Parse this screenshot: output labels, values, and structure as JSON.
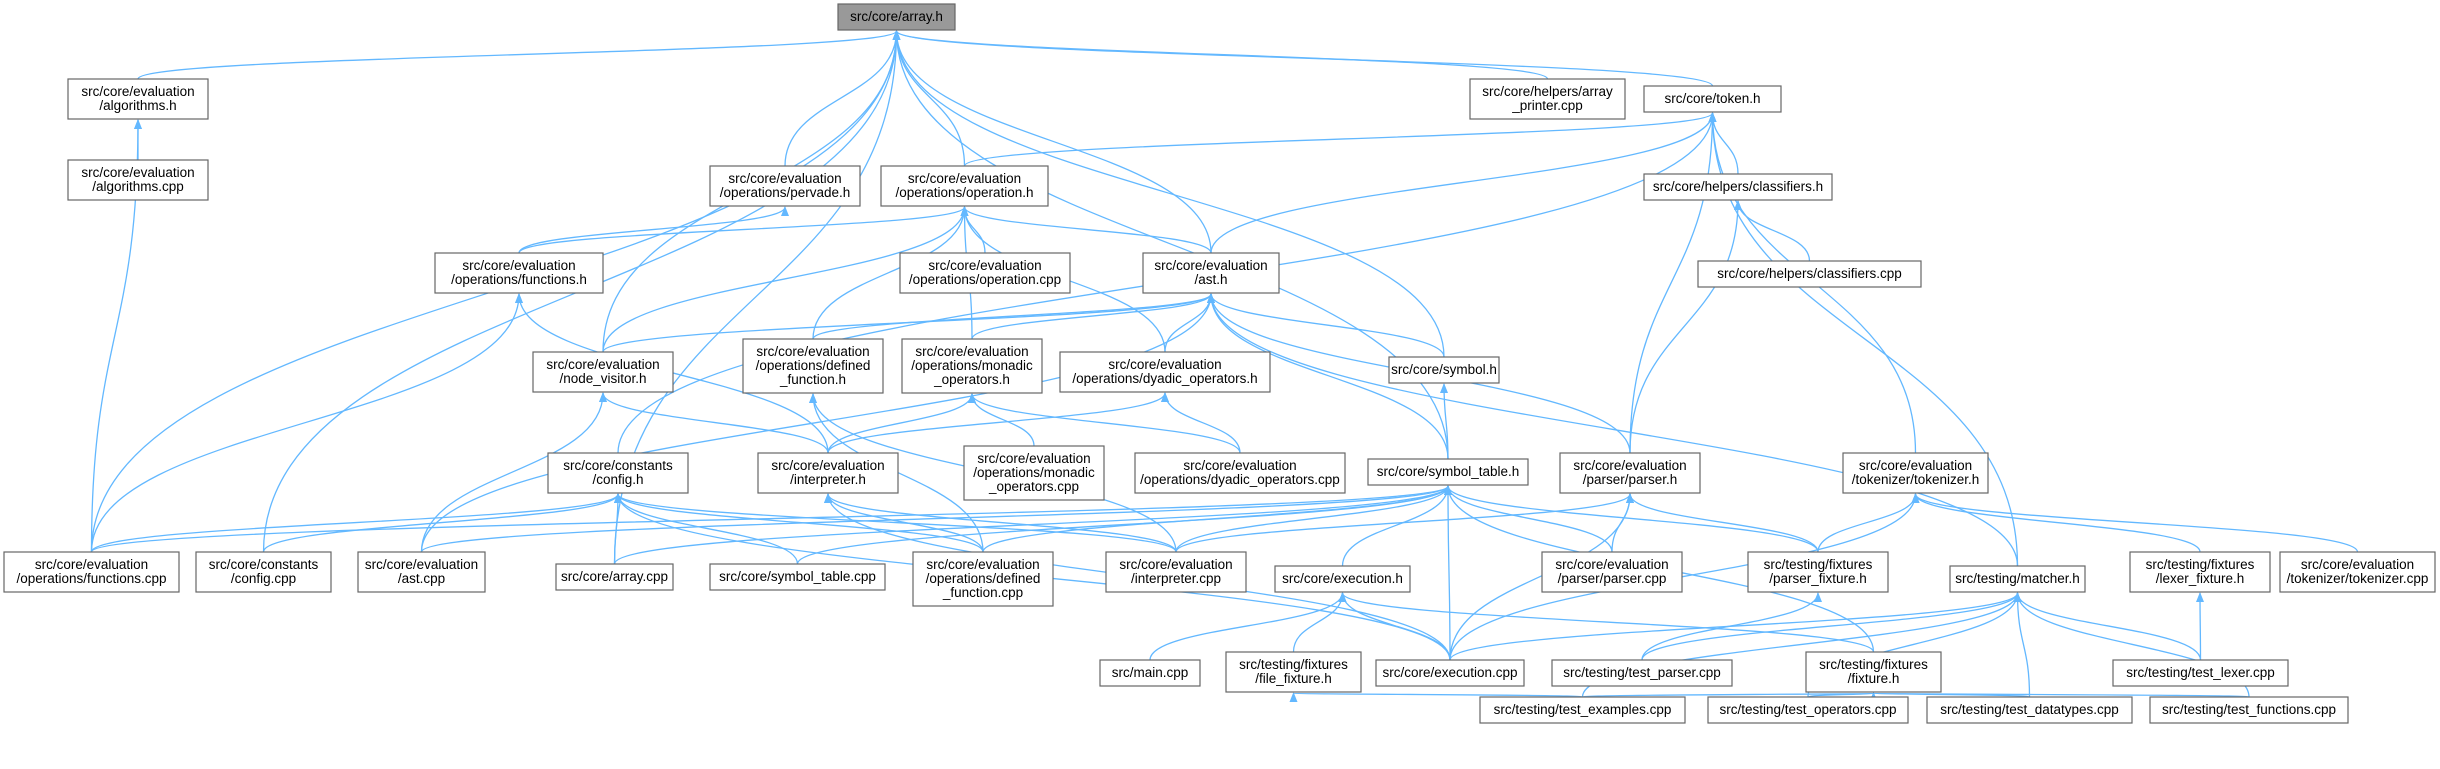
{
  "graph": {
    "nodes": [
      {
        "id": "array_h",
        "lines": [
          "src/core/array.h"
        ]
      },
      {
        "id": "algorithms_h",
        "lines": [
          "src/core/evaluation",
          "/algorithms.h"
        ]
      },
      {
        "id": "algorithms_cpp",
        "lines": [
          "src/core/evaluation",
          "/algorithms.cpp"
        ]
      },
      {
        "id": "array_printer_cpp",
        "lines": [
          "src/core/helpers/array",
          "_printer.cpp"
        ]
      },
      {
        "id": "token_h",
        "lines": [
          "src/core/token.h"
        ]
      },
      {
        "id": "pervade_h",
        "lines": [
          "src/core/evaluation",
          "/operations/pervade.h"
        ]
      },
      {
        "id": "operation_h",
        "lines": [
          "src/core/evaluation",
          "/operations/operation.h"
        ]
      },
      {
        "id": "classifiers_h",
        "lines": [
          "src/core/helpers/classifiers.h"
        ]
      },
      {
        "id": "classifiers_cpp",
        "lines": [
          "src/core/helpers/classifiers.cpp"
        ]
      },
      {
        "id": "functions_h",
        "lines": [
          "src/core/evaluation",
          "/operations/functions.h"
        ]
      },
      {
        "id": "operation_cpp",
        "lines": [
          "src/core/evaluation",
          "/operations/operation.cpp"
        ]
      },
      {
        "id": "ast_h",
        "lines": [
          "src/core/evaluation",
          "/ast.h"
        ]
      },
      {
        "id": "node_visitor_h",
        "lines": [
          "src/core/evaluation",
          "/node_visitor.h"
        ]
      },
      {
        "id": "defined_function_h",
        "lines": [
          "src/core/evaluation",
          "/operations/defined",
          "_function.h"
        ]
      },
      {
        "id": "monadic_h",
        "lines": [
          "src/core/evaluation",
          "/operations/monadic",
          "_operators.h"
        ]
      },
      {
        "id": "dyadic_h",
        "lines": [
          "src/core/evaluation",
          "/operations/dyadic_operators.h"
        ]
      },
      {
        "id": "symbol_h",
        "lines": [
          "src/core/symbol.h"
        ]
      },
      {
        "id": "config_h",
        "lines": [
          "src/core/constants",
          "/config.h"
        ]
      },
      {
        "id": "interpreter_h",
        "lines": [
          "src/core/evaluation",
          "/interpreter.h"
        ]
      },
      {
        "id": "monadic_cpp",
        "lines": [
          "src/core/evaluation",
          "/operations/monadic",
          "_operators.cpp"
        ]
      },
      {
        "id": "dyadic_cpp",
        "lines": [
          "src/core/evaluation",
          "/operations/dyadic_operators.cpp"
        ]
      },
      {
        "id": "symbol_table_h",
        "lines": [
          "src/core/symbol_table.h"
        ]
      },
      {
        "id": "parser_h",
        "lines": [
          "src/core/evaluation",
          "/parser/parser.h"
        ]
      },
      {
        "id": "tokenizer_h",
        "lines": [
          "src/core/evaluation",
          "/tokenizer/tokenizer.h"
        ]
      },
      {
        "id": "functions_cpp",
        "lines": [
          "src/core/evaluation",
          "/operations/functions.cpp"
        ]
      },
      {
        "id": "config_cpp",
        "lines": [
          "src/core/constants",
          "/config.cpp"
        ]
      },
      {
        "id": "ast_cpp",
        "lines": [
          "src/core/evaluation",
          "/ast.cpp"
        ]
      },
      {
        "id": "array_cpp",
        "lines": [
          "src/core/array.cpp"
        ]
      },
      {
        "id": "symbol_table_cpp",
        "lines": [
          "src/core/symbol_table.cpp"
        ]
      },
      {
        "id": "defined_function_cpp",
        "lines": [
          "src/core/evaluation",
          "/operations/defined",
          "_function.cpp"
        ]
      },
      {
        "id": "interpreter_cpp",
        "lines": [
          "src/core/evaluation",
          "/interpreter.cpp"
        ]
      },
      {
        "id": "execution_h",
        "lines": [
          "src/core/execution.h"
        ]
      },
      {
        "id": "parser_cpp",
        "lines": [
          "src/core/evaluation",
          "/parser/parser.cpp"
        ]
      },
      {
        "id": "parser_fixture_h",
        "lines": [
          "src/testing/fixtures",
          "/parser_fixture.h"
        ]
      },
      {
        "id": "matcher_h",
        "lines": [
          "src/testing/matcher.h"
        ]
      },
      {
        "id": "lexer_fixture_h",
        "lines": [
          "src/testing/fixtures",
          "/lexer_fixture.h"
        ]
      },
      {
        "id": "tokenizer_cpp",
        "lines": [
          "src/core/evaluation",
          "/tokenizer/tokenizer.cpp"
        ]
      },
      {
        "id": "main_cpp",
        "lines": [
          "src/main.cpp"
        ]
      },
      {
        "id": "file_fixture_h",
        "lines": [
          "src/testing/fixtures",
          "/file_fixture.h"
        ]
      },
      {
        "id": "execution_cpp",
        "lines": [
          "src/core/execution.cpp"
        ]
      },
      {
        "id": "test_parser_cpp",
        "lines": [
          "src/testing/test_parser.cpp"
        ]
      },
      {
        "id": "fixture_h",
        "lines": [
          "src/testing/fixtures",
          "/fixture.h"
        ]
      },
      {
        "id": "test_lexer_cpp",
        "lines": [
          "src/testing/test_lexer.cpp"
        ]
      },
      {
        "id": "test_examples_cpp",
        "lines": [
          "src/testing/test_examples.cpp"
        ]
      },
      {
        "id": "test_operators_cpp",
        "lines": [
          "src/testing/test_operators.cpp"
        ]
      },
      {
        "id": "test_datatypes_cpp",
        "lines": [
          "src/testing/test_datatypes.cpp"
        ]
      },
      {
        "id": "test_functions_cpp",
        "lines": [
          "src/testing/test_functions.cpp"
        ]
      }
    ],
    "edges": [
      [
        "algorithms_h",
        "array_h"
      ],
      [
        "array_printer_cpp",
        "array_h"
      ],
      [
        "token_h",
        "array_h"
      ],
      [
        "pervade_h",
        "array_h"
      ],
      [
        "operation_h",
        "array_h"
      ],
      [
        "ast_h",
        "array_h"
      ],
      [
        "node_visitor_h",
        "array_h"
      ],
      [
        "symbol_h",
        "array_h"
      ],
      [
        "symbol_table_h",
        "array_h"
      ],
      [
        "functions_cpp",
        "array_h"
      ],
      [
        "config_cpp",
        "array_h"
      ],
      [
        "array_cpp",
        "array_h"
      ],
      [
        "algorithms_cpp",
        "algorithms_h"
      ],
      [
        "functions_cpp",
        "algorithms_h"
      ],
      [
        "classifiers_h",
        "token_h"
      ],
      [
        "operation_h",
        "token_h"
      ],
      [
        "ast_h",
        "token_h"
      ],
      [
        "config_h",
        "token_h"
      ],
      [
        "parser_h",
        "token_h"
      ],
      [
        "tokenizer_h",
        "token_h"
      ],
      [
        "matcher_h",
        "token_h"
      ],
      [
        "classifiers_cpp",
        "classifiers_h"
      ],
      [
        "parser_h",
        "classifiers_h"
      ],
      [
        "functions_h",
        "pervade_h"
      ],
      [
        "functions_h",
        "operation_h"
      ],
      [
        "operation_cpp",
        "operation_h"
      ],
      [
        "ast_h",
        "operation_h"
      ],
      [
        "node_visitor_h",
        "operation_h"
      ],
      [
        "defined_function_h",
        "operation_h"
      ],
      [
        "monadic_h",
        "operation_h"
      ],
      [
        "dyadic_h",
        "operation_h"
      ],
      [
        "functions_cpp",
        "functions_h"
      ],
      [
        "interpreter_h",
        "functions_h"
      ],
      [
        "node_visitor_h",
        "ast_h"
      ],
      [
        "defined_function_h",
        "ast_h"
      ],
      [
        "monadic_h",
        "ast_h"
      ],
      [
        "dyadic_h",
        "ast_h"
      ],
      [
        "symbol_h",
        "ast_h"
      ],
      [
        "symbol_table_h",
        "ast_h"
      ],
      [
        "parser_h",
        "ast_h"
      ],
      [
        "ast_cpp",
        "ast_h"
      ],
      [
        "matcher_h",
        "ast_h"
      ],
      [
        "interpreter_h",
        "node_visitor_h"
      ],
      [
        "ast_cpp",
        "node_visitor_h"
      ],
      [
        "interpreter_cpp",
        "defined_function_h"
      ],
      [
        "defined_function_cpp",
        "defined_function_h"
      ],
      [
        "interpreter_h",
        "monadic_h"
      ],
      [
        "monadic_cpp",
        "monadic_h"
      ],
      [
        "dyadic_cpp",
        "monadic_h"
      ],
      [
        "interpreter_h",
        "dyadic_h"
      ],
      [
        "dyadic_cpp",
        "dyadic_h"
      ],
      [
        "symbol_table_h",
        "symbol_h"
      ],
      [
        "functions_cpp",
        "config_h"
      ],
      [
        "config_cpp",
        "config_h"
      ],
      [
        "array_cpp",
        "config_h"
      ],
      [
        "symbol_table_cpp",
        "config_h"
      ],
      [
        "defined_function_cpp",
        "config_h"
      ],
      [
        "interpreter_cpp",
        "config_h"
      ],
      [
        "execution_cpp",
        "config_h"
      ],
      [
        "interpreter_cpp",
        "interpreter_h"
      ],
      [
        "defined_function_cpp",
        "interpreter_h"
      ],
      [
        "execution_cpp",
        "interpreter_h"
      ],
      [
        "functions_cpp",
        "symbol_table_h"
      ],
      [
        "ast_cpp",
        "symbol_table_h"
      ],
      [
        "array_cpp",
        "symbol_table_h"
      ],
      [
        "symbol_table_cpp",
        "symbol_table_h"
      ],
      [
        "defined_function_cpp",
        "symbol_table_h"
      ],
      [
        "interpreter_cpp",
        "symbol_table_h"
      ],
      [
        "execution_h",
        "symbol_table_h"
      ],
      [
        "parser_cpp",
        "symbol_table_h"
      ],
      [
        "parser_fixture_h",
        "symbol_table_h"
      ],
      [
        "execution_cpp",
        "symbol_table_h"
      ],
      [
        "fixture_h",
        "symbol_table_h"
      ],
      [
        "parser_cpp",
        "parser_h"
      ],
      [
        "parser_fixture_h",
        "parser_h"
      ],
      [
        "interpreter_cpp",
        "parser_h"
      ],
      [
        "execution_cpp",
        "parser_h"
      ],
      [
        "parser_fixture_h",
        "tokenizer_h"
      ],
      [
        "lexer_fixture_h",
        "tokenizer_h"
      ],
      [
        "tokenizer_cpp",
        "tokenizer_h"
      ],
      [
        "execution_cpp",
        "tokenizer_h"
      ],
      [
        "main_cpp",
        "execution_h"
      ],
      [
        "file_fixture_h",
        "execution_h"
      ],
      [
        "execution_cpp",
        "execution_h"
      ],
      [
        "fixture_h",
        "execution_h"
      ],
      [
        "test_parser_cpp",
        "parser_fixture_h"
      ],
      [
        "test_lexer_cpp",
        "lexer_fixture_h"
      ],
      [
        "test_examples_cpp",
        "file_fixture_h"
      ],
      [
        "test_examples_cpp",
        "fixture_h"
      ],
      [
        "test_operators_cpp",
        "fixture_h"
      ],
      [
        "test_datatypes_cpp",
        "fixture_h"
      ],
      [
        "test_functions_cpp",
        "fixture_h"
      ],
      [
        "test_parser_cpp",
        "matcher_h"
      ],
      [
        "test_lexer_cpp",
        "matcher_h"
      ],
      [
        "test_examples_cpp",
        "matcher_h"
      ],
      [
        "test_operators_cpp",
        "matcher_h"
      ],
      [
        "test_datatypes_cpp",
        "matcher_h"
      ],
      [
        "test_functions_cpp",
        "matcher_h"
      ],
      [
        "execution_cpp",
        "matcher_h"
      ]
    ]
  }
}
